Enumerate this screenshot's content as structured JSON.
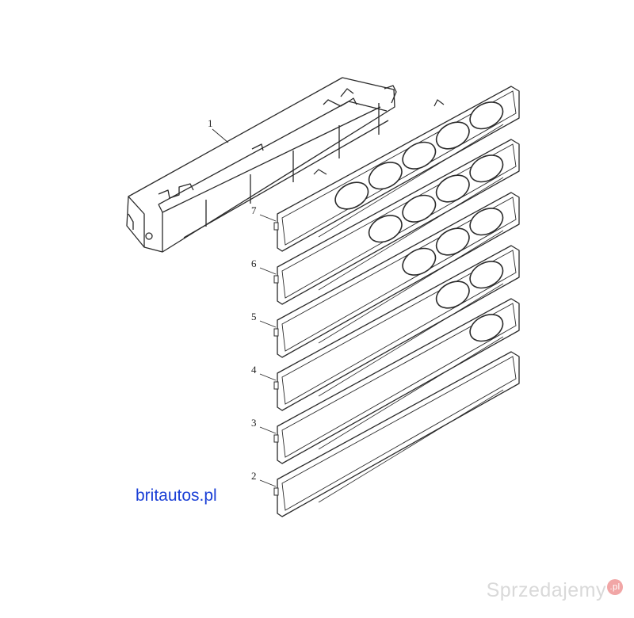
{
  "diagram": {
    "part_labels": [
      "1",
      "7",
      "6",
      "5",
      "4",
      "3",
      "2"
    ],
    "slots": [
      {
        "label": "7",
        "holes": 5
      },
      {
        "label": "6",
        "holes": 4
      },
      {
        "label": "5",
        "holes": 3
      },
      {
        "label": "4",
        "holes": 2
      },
      {
        "label": "3",
        "holes": 1
      },
      {
        "label": "2",
        "holes": 0
      }
    ]
  },
  "source_text": "britautos.pl",
  "watermark": {
    "text": "Sprzedajemy",
    "badge": ".pl"
  },
  "colors": {
    "line": "#2a2a2a",
    "fill": "#ffffff",
    "source_text": "#1a3fd6",
    "watermark": "#d9d9d9",
    "badge": "#f1a6a6"
  }
}
